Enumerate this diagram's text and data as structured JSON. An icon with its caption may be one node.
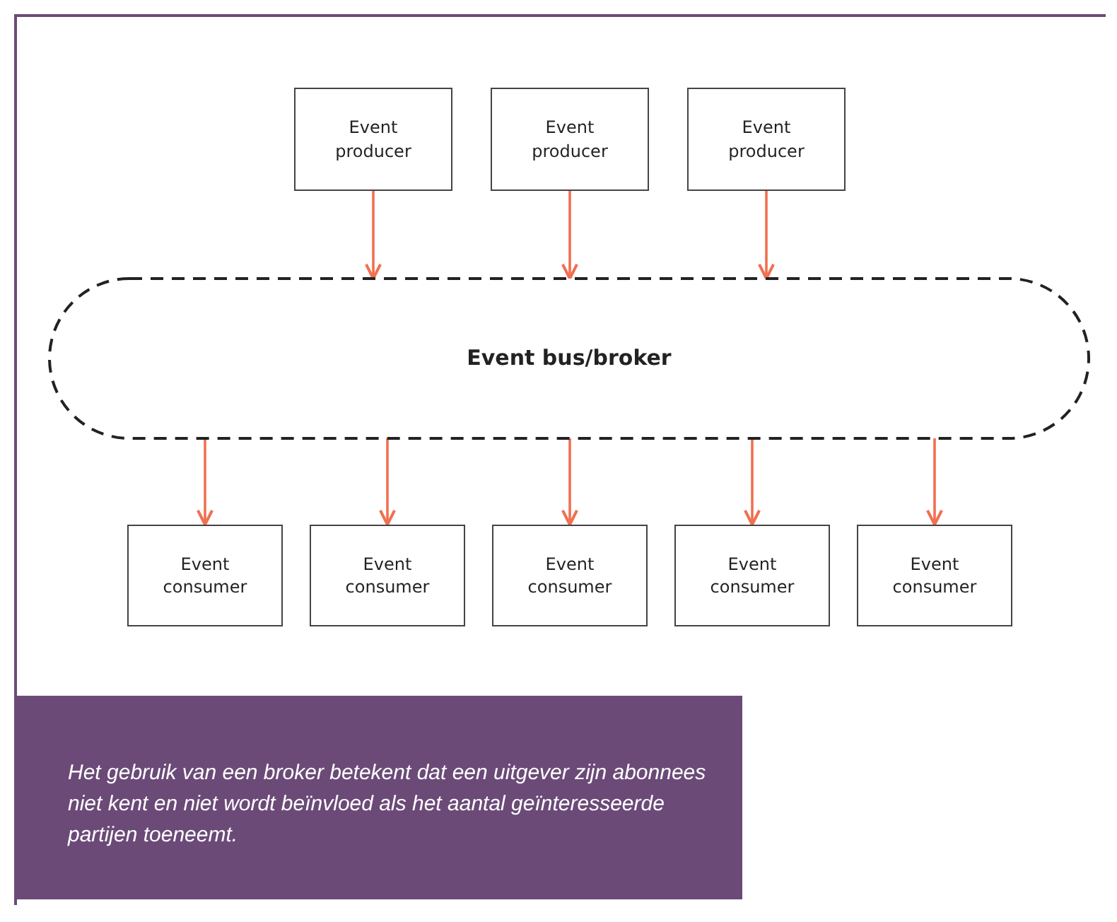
{
  "diagram": {
    "caption": "Het gebruik van een broker betekent dat een uitgever zijn abonnees niet kent en niet wordt beïnvloed als het aantal geïnteresseerde partijen toeneemt.",
    "nodes": [
      {
        "text": [
          "Event producer"
        ]
      },
      {
        "text": [
          "Event producer"
        ]
      },
      {
        "text": [
          "Event producer"
        ]
      },
      {
        "text": [
          "Event bus/broker"
        ]
      },
      {
        "text": [
          "Event consumer"
        ]
      },
      {
        "text": [
          "Event consumer"
        ]
      },
      {
        "text": [
          "Event consumer"
        ]
      },
      {
        "text": [
          "Event consumer"
        ]
      },
      {
        "text": [
          "Event consumer"
        ]
      }
    ],
    "edges": [
      {
        "from": 0,
        "to": 3,
        "arrow": "to"
      },
      {
        "from": 1,
        "to": 3,
        "arrow": "to"
      },
      {
        "from": 2,
        "to": 3,
        "arrow": "to"
      },
      {
        "from": 3,
        "to": 4,
        "arrow": "to"
      },
      {
        "from": 3,
        "to": 5,
        "arrow": "to"
      },
      {
        "from": 3,
        "to": 6,
        "arrow": "to"
      },
      {
        "from": 3,
        "to": 7,
        "arrow": "to"
      },
      {
        "from": 3,
        "to": 8,
        "arrow": "to"
      }
    ]
  }
}
